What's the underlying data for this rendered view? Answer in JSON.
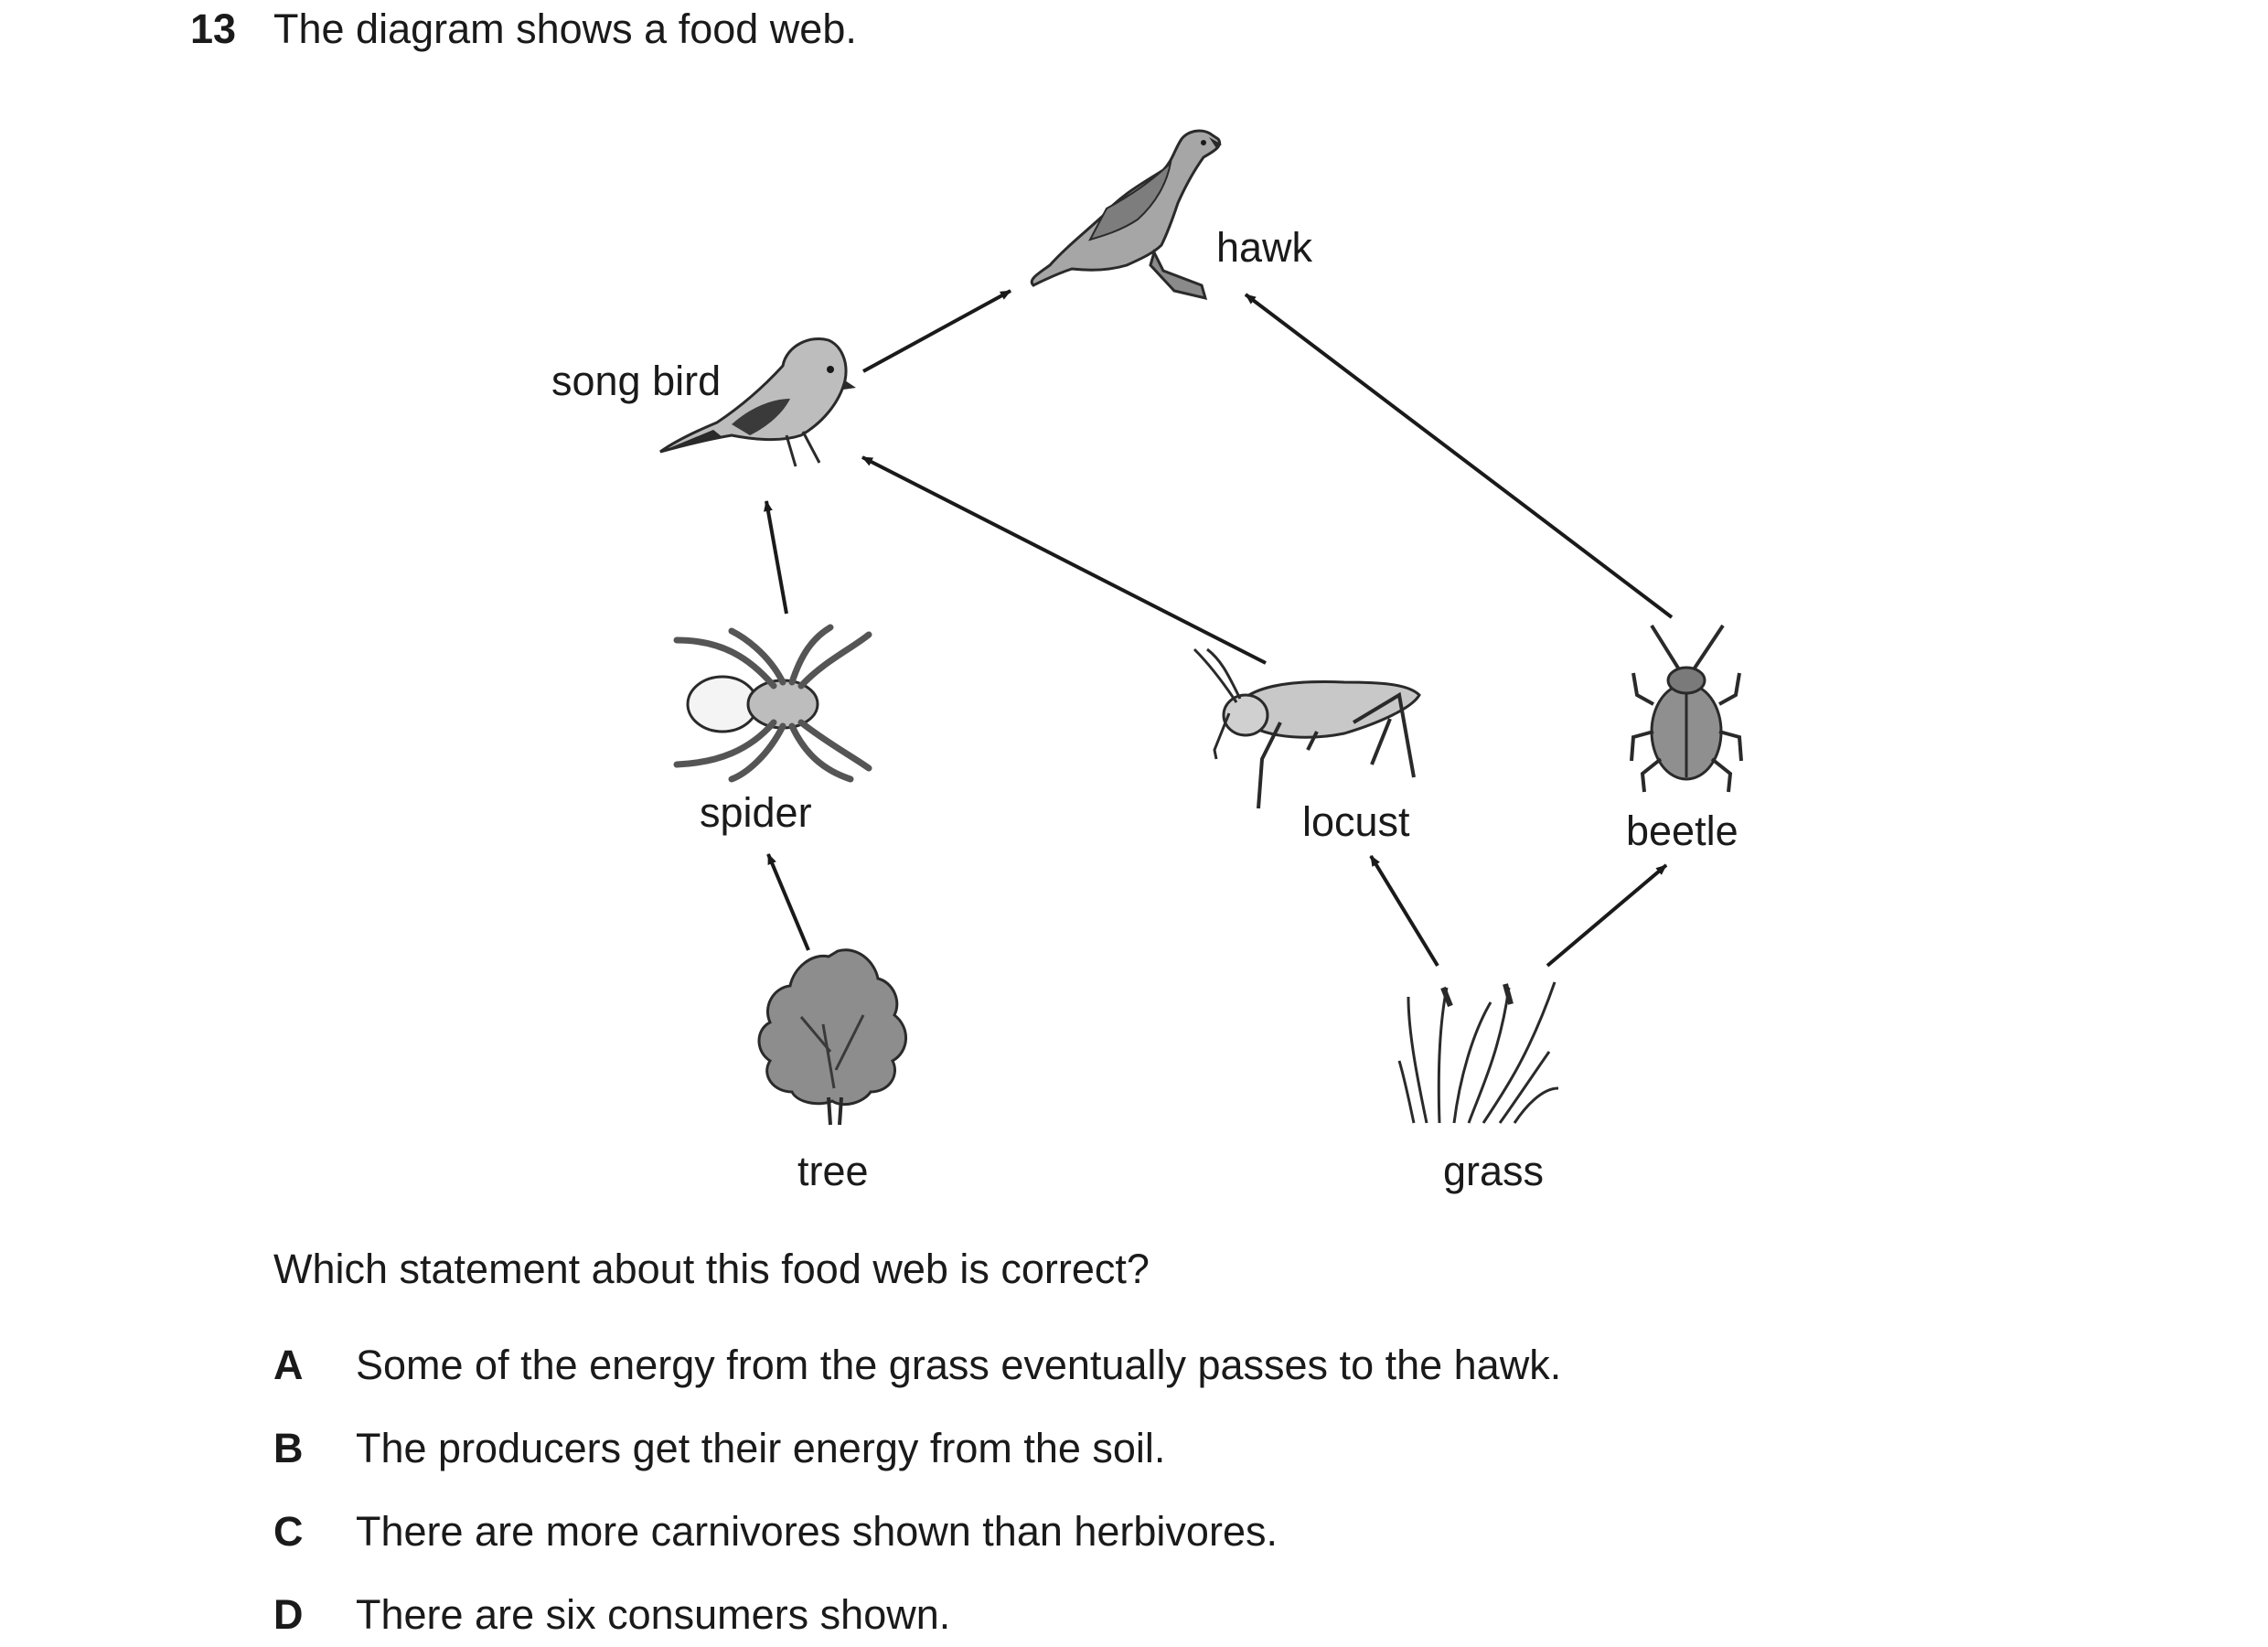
{
  "question": {
    "number": "13",
    "intro": "The diagram shows a food web.",
    "stem": "Which statement about this food web is correct?"
  },
  "diagram": {
    "organisms": {
      "hawk": "hawk",
      "song_bird": "song bird",
      "spider": "spider",
      "locust": "locust",
      "beetle": "beetle",
      "tree": "tree",
      "grass": "grass"
    }
  },
  "options": [
    {
      "letter": "A",
      "text": "Some of the energy from the grass eventually passes to the hawk."
    },
    {
      "letter": "B",
      "text": "The producers get their energy from the soil."
    },
    {
      "letter": "C",
      "text": "There are more carnivores shown than herbivores."
    },
    {
      "letter": "D",
      "text": "There are six consumers shown."
    }
  ]
}
